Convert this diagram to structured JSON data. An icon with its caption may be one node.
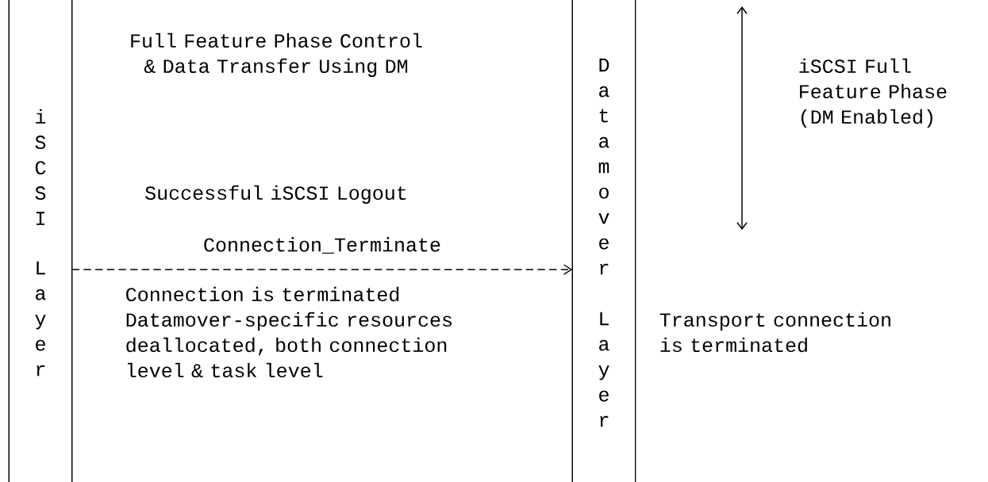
{
  "diagram": {
    "nodes": [
      {
        "text": [
          "iSCSI",
          "Layer"
        ]
      },
      {
        "text": [
          "Datamover",
          "Layer"
        ]
      }
    ],
    "edges": [
      {
        "from": 0,
        "to": 1,
        "arrow": "to",
        "label": "Connection_Terminate",
        "style": "dashed"
      }
    ],
    "labels": [
      "Full Feature Phase Control & Data Transfer Using DM",
      "iSCSI Full Feature Phase (DM Enabled)",
      "Successful iSCSI Logout",
      "Connection is terminated",
      "Datamover-specific resources deallocated, both connection level & task level",
      "Transport connection is terminated"
    ]
  }
}
